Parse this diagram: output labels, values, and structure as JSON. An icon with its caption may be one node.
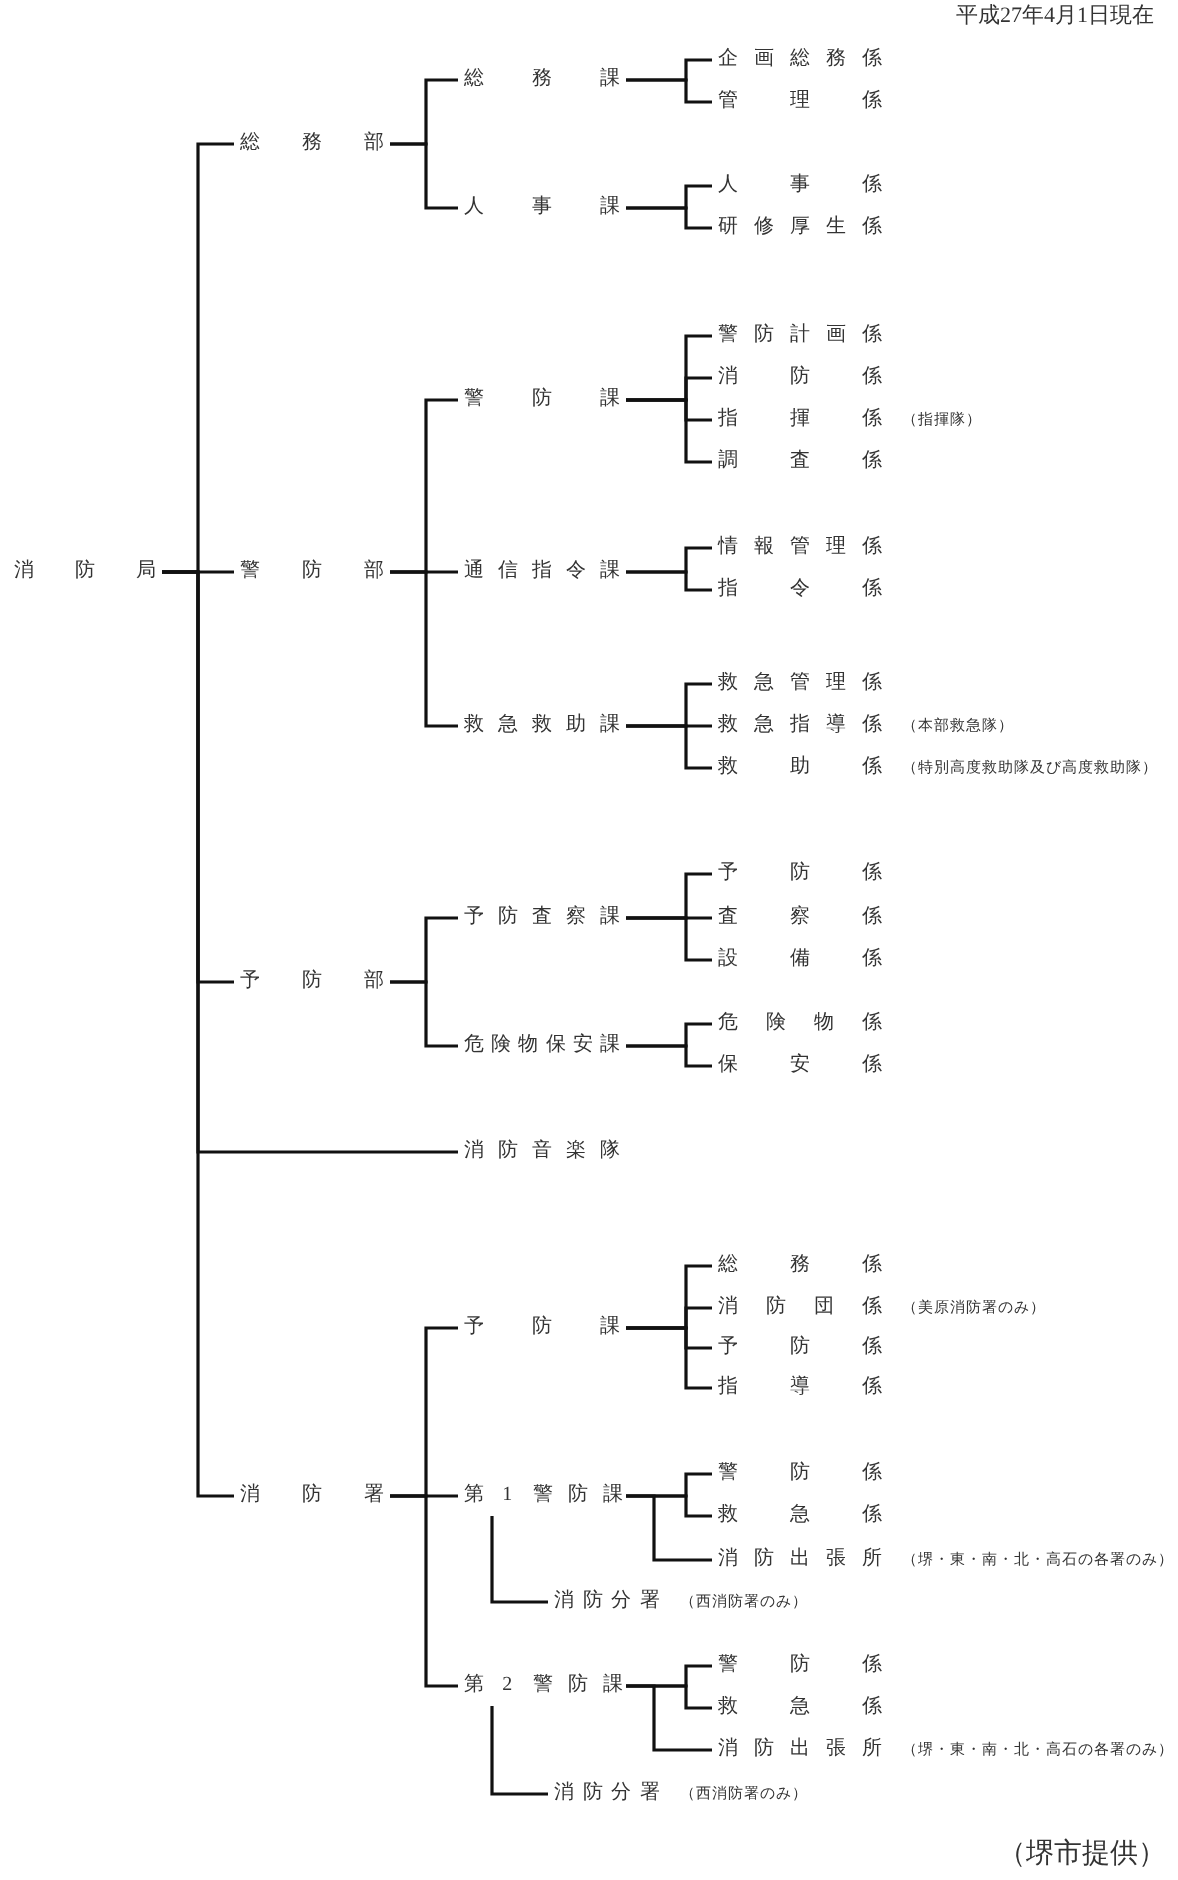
{
  "diagram": {
    "caption": "（堺市提供）",
    "nodes": [
      {
        "text": [
          "消防局"
        ]
      },
      {
        "text": [
          "総務部"
        ]
      },
      {
        "text": [
          "総務課"
        ]
      },
      {
        "text": [
          "企画総務係"
        ]
      },
      {
        "text": [
          "管理係"
        ]
      },
      {
        "text": [
          "人事課"
        ]
      },
      {
        "text": [
          "人事係"
        ]
      },
      {
        "text": [
          "研修厚生係"
        ]
      },
      {
        "text": [
          "警防部"
        ]
      },
      {
        "text": [
          "警防課"
        ]
      },
      {
        "text": [
          "警防計画係"
        ]
      },
      {
        "text": [
          "消防係"
        ]
      },
      {
        "text": [
          "指揮係"
        ],
        "beside": [
          "（指揮隊）"
        ]
      },
      {
        "text": [
          "調査係"
        ]
      },
      {
        "text": [
          "通信指令課"
        ]
      },
      {
        "text": [
          "情報管理係"
        ]
      },
      {
        "text": [
          "指令係"
        ]
      },
      {
        "text": [
          "救急救助課"
        ]
      },
      {
        "text": [
          "救急管理係"
        ]
      },
      {
        "text": [
          "救急指導係"
        ],
        "beside": [
          "（本部救急隊）"
        ]
      },
      {
        "text": [
          "救助係"
        ],
        "beside": [
          "（特別高度救助隊及び高度救助隊）"
        ]
      },
      {
        "text": [
          "予防部"
        ]
      },
      {
        "text": [
          "予防査察課"
        ]
      },
      {
        "text": [
          "予防係"
        ]
      },
      {
        "text": [
          "査察係"
        ]
      },
      {
        "text": [
          "設備係"
        ]
      },
      {
        "text": [
          "危険物保安課"
        ]
      },
      {
        "text": [
          "危険物係"
        ]
      },
      {
        "text": [
          "保安係"
        ]
      },
      {
        "text": [
          "消防音楽隊"
        ]
      },
      {
        "text": [
          "消防署"
        ]
      },
      {
        "text": [
          "予防課"
        ]
      },
      {
        "text": [
          "総務係"
        ]
      },
      {
        "text": [
          "消防団係"
        ],
        "beside": [
          "（美原消防署のみ）"
        ]
      },
      {
        "text": [
          "予防係"
        ]
      },
      {
        "text": [
          "指導係"
        ]
      },
      {
        "text": [
          "第 1 警 防 課"
        ]
      },
      {
        "text": [
          "警防係"
        ]
      },
      {
        "text": [
          "救急係"
        ]
      },
      {
        "text": [
          "消防出張所"
        ],
        "beside": [
          "（堺・東・南・北・高石の各署のみ）"
        ]
      },
      {
        "text": [
          "消防分署"
        ],
        "beside": [
          "（西消防署のみ）"
        ]
      },
      {
        "text": [
          "第 2 警 防 課"
        ]
      },
      {
        "text": [
          "警防係"
        ]
      },
      {
        "text": [
          "救急係"
        ]
      },
      {
        "text": [
          "消防出張所"
        ],
        "beside": [
          "（堺・東・南・北・高石の各署のみ）"
        ]
      },
      {
        "text": [
          "消防分署"
        ],
        "beside": [
          "（西消防署のみ）"
        ]
      }
    ],
    "edges": [
      {
        "from": 0,
        "to": 1,
        "arrow": "none"
      },
      {
        "from": 1,
        "to": 2,
        "arrow": "none"
      },
      {
        "from": 2,
        "to": 3,
        "arrow": "none"
      },
      {
        "from": 2,
        "to": 4,
        "arrow": "none"
      },
      {
        "from": 1,
        "to": 5,
        "arrow": "none"
      },
      {
        "from": 5,
        "to": 6,
        "arrow": "none"
      },
      {
        "from": 5,
        "to": 7,
        "arrow": "none"
      },
      {
        "from": 0,
        "to": 8,
        "arrow": "none"
      },
      {
        "from": 8,
        "to": 9,
        "arrow": "none"
      },
      {
        "from": 9,
        "to": 10,
        "arrow": "none"
      },
      {
        "from": 9,
        "to": 11,
        "arrow": "none"
      },
      {
        "from": 9,
        "to": 12,
        "arrow": "none"
      },
      {
        "from": 9,
        "to": 13,
        "arrow": "none"
      },
      {
        "from": 8,
        "to": 14,
        "arrow": "none"
      },
      {
        "from": 14,
        "to": 15,
        "arrow": "none"
      },
      {
        "from": 14,
        "to": 16,
        "arrow": "none"
      },
      {
        "from": 8,
        "to": 17,
        "arrow": "none"
      },
      {
        "from": 17,
        "to": 18,
        "arrow": "none"
      },
      {
        "from": 17,
        "to": 19,
        "arrow": "none"
      },
      {
        "from": 17,
        "to": 20,
        "arrow": "none"
      },
      {
        "from": 0,
        "to": 21,
        "arrow": "none"
      },
      {
        "from": 21,
        "to": 22,
        "arrow": "none"
      },
      {
        "from": 22,
        "to": 23,
        "arrow": "none"
      },
      {
        "from": 22,
        "to": 24,
        "arrow": "none"
      },
      {
        "from": 22,
        "to": 25,
        "arrow": "none"
      },
      {
        "from": 21,
        "to": 26,
        "arrow": "none"
      },
      {
        "from": 26,
        "to": 27,
        "arrow": "none"
      },
      {
        "from": 26,
        "to": 28,
        "arrow": "none"
      },
      {
        "from": 0,
        "to": 29,
        "arrow": "none"
      },
      {
        "from": 0,
        "to": 30,
        "arrow": "none"
      },
      {
        "from": 30,
        "to": 31,
        "arrow": "none"
      },
      {
        "from": 31,
        "to": 32,
        "arrow": "none"
      },
      {
        "from": 31,
        "to": 33,
        "arrow": "none"
      },
      {
        "from": 31,
        "to": 34,
        "arrow": "none"
      },
      {
        "from": 31,
        "to": 35,
        "arrow": "none"
      },
      {
        "from": 30,
        "to": 36,
        "arrow": "none"
      },
      {
        "from": 36,
        "to": 37,
        "arrow": "none"
      },
      {
        "from": 36,
        "to": 38,
        "arrow": "none"
      },
      {
        "from": 36,
        "to": 39,
        "arrow": "none"
      },
      {
        "from": 36,
        "to": 40,
        "arrow": "none"
      },
      {
        "from": 30,
        "to": 41,
        "arrow": "none"
      },
      {
        "from": 41,
        "to": 42,
        "arrow": "none"
      },
      {
        "from": 41,
        "to": 43,
        "arrow": "none"
      },
      {
        "from": 41,
        "to": 44,
        "arrow": "none"
      },
      {
        "from": 41,
        "to": 45,
        "arrow": "none"
      }
    ],
    "labels": [
      "平成27年4月1日現在"
    ]
  }
}
